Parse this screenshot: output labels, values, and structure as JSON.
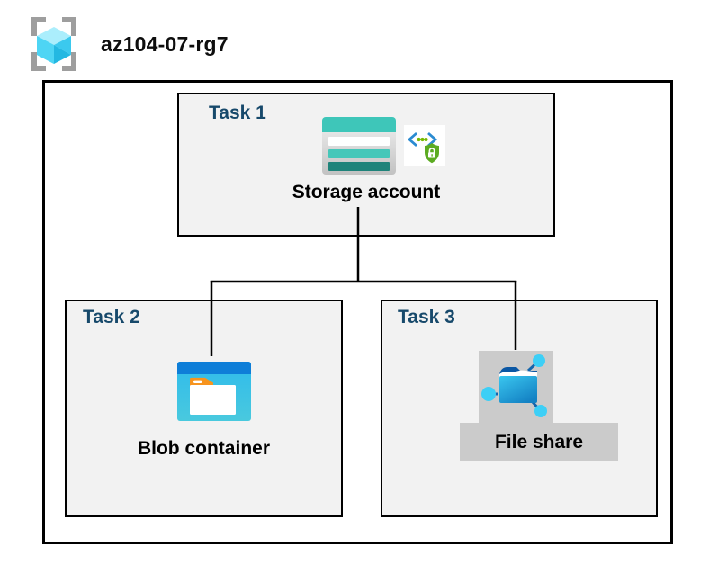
{
  "header": {
    "resource_group_name": "az104-07-rg7",
    "icon": "resource-group-icon"
  },
  "diagram": {
    "task1": {
      "label": "Task 1",
      "caption": "Storage account",
      "icons": [
        "storage-account-icon",
        "secure-transfer-icon"
      ]
    },
    "task2": {
      "label": "Task 2",
      "caption": "Blob container",
      "icons": [
        "blob-container-icon"
      ]
    },
    "task3": {
      "label": "Task 3",
      "caption": "File share",
      "icons": [
        "file-share-icon"
      ],
      "highlighted": true
    },
    "connections": [
      {
        "from": "Storage account",
        "to": "Blob container"
      },
      {
        "from": "Storage account",
        "to": "File share"
      }
    ]
  },
  "colors": {
    "task_label": "#17496B",
    "box_fill": "#F2F2F2",
    "box_border": "#000000",
    "connector": "#000000",
    "selection_gray": "#CBCBCB",
    "storage_teal": "#3EC6B9",
    "storage_teal_dark": "#1F837A",
    "blob_header_blue": "#0E7ED8",
    "blob_body_cyan": "#31BCEC",
    "fileshare_folder_blue": "#1071BC",
    "fileshare_node_cyan": "#3DCFF6",
    "shield_green": "#5CAB22",
    "bracket_gray": "#9E9E9E",
    "code_bracket_blue": "#2B8BD1",
    "dot_green": "#76B900",
    "folder_tab_orange": "#F7941E"
  }
}
